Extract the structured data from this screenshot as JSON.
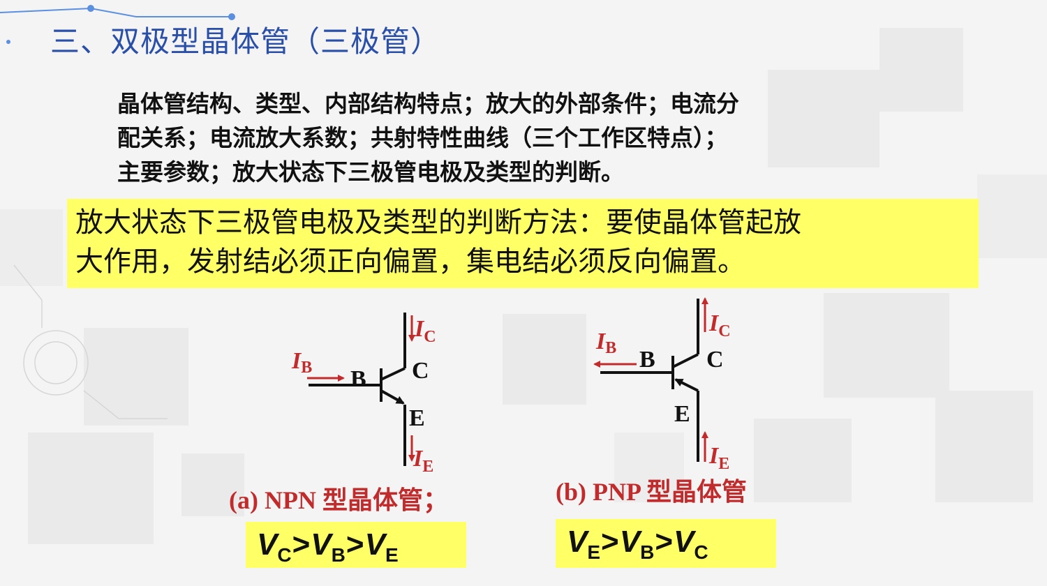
{
  "title": "三、双极型晶体管（三极管）",
  "key_points": [
    "晶体管结构、类型、内部结构特点；放大的外部条件；电流分",
    "配关系；电流放大系数；共射特性曲线（三个工作区特点）；",
    "主要参数；放大状态下三极管电极及类型的判断。"
  ],
  "method_note": [
    "放大状态下三极管电极及类型的判断方法：要使晶体管起放",
    "大作用，发射结必须正向偏置，集电结必须反向偏置。"
  ],
  "npn": {
    "caption": "(a) NPN 型晶体管；",
    "labels": {
      "base": "B",
      "collector": "C",
      "emitter": "E"
    },
    "currents": {
      "ib": {
        "symbol": "I",
        "sub": "B"
      },
      "ic": {
        "symbol": "I",
        "sub": "C"
      },
      "ie": {
        "symbol": "I",
        "sub": "E"
      }
    },
    "relation": [
      {
        "v": "V",
        "sub": "C"
      },
      {
        "op": ">"
      },
      {
        "v": "V",
        "sub": "B"
      },
      {
        "op": ">"
      },
      {
        "v": "V",
        "sub": "E"
      }
    ]
  },
  "pnp": {
    "caption": "(b) PNP 型晶体管",
    "labels": {
      "base": "B",
      "collector": "C",
      "emitter": "E"
    },
    "currents": {
      "ib": {
        "symbol": "I",
        "sub": "B"
      },
      "ic": {
        "symbol": "I",
        "sub": "C"
      },
      "ie": {
        "symbol": "I",
        "sub": "E"
      }
    },
    "relation": [
      {
        "v": "V",
        "sub": "E"
      },
      {
        "op": ">"
      },
      {
        "v": "V",
        "sub": "B"
      },
      {
        "op": ">"
      },
      {
        "v": "V",
        "sub": "C"
      }
    ]
  },
  "colors": {
    "title": "#2a4fa8",
    "highlight": "#ffff66",
    "current_red": "#c22b2b",
    "wire": "#111111"
  }
}
